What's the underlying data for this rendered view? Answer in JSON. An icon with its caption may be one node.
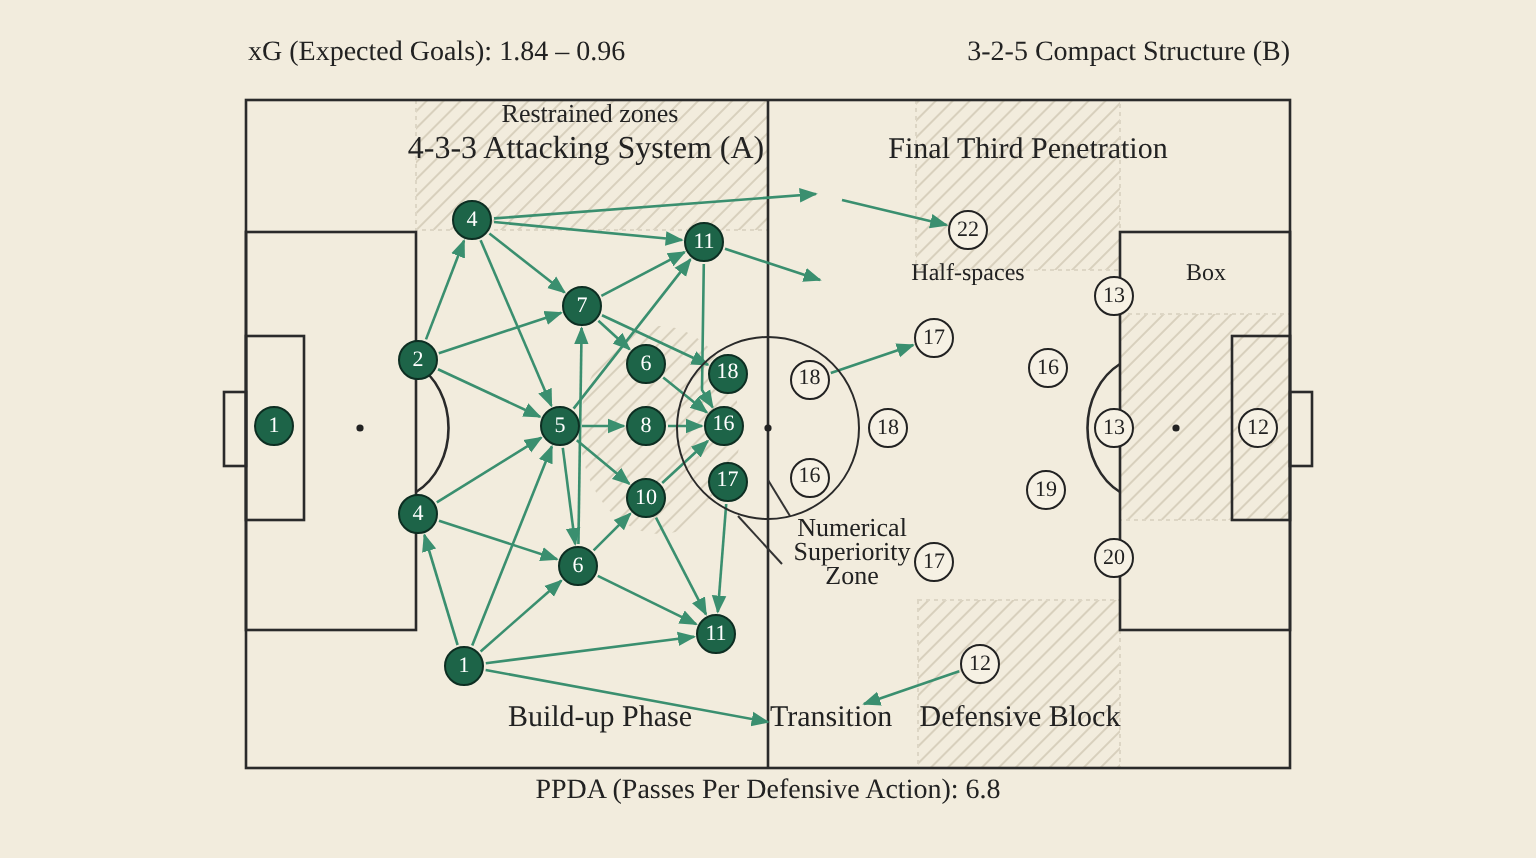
{
  "diagram": {
    "nodes": [
      {
        "text": [
          "1"
        ]
      },
      {
        "text": [
          "4"
        ]
      },
      {
        "text": [
          "2"
        ]
      },
      {
        "text": [
          "7"
        ]
      },
      {
        "text": [
          "11"
        ]
      },
      {
        "text": [
          "6"
        ]
      },
      {
        "text": [
          "5"
        ]
      },
      {
        "text": [
          "8"
        ]
      },
      {
        "text": [
          "18"
        ],
        "in": 31
      },
      {
        "text": [
          "16"
        ],
        "in": 31
      },
      {
        "text": [
          "4"
        ]
      },
      {
        "text": [
          "10"
        ]
      },
      {
        "text": [
          "17"
        ],
        "in": 31
      },
      {
        "text": [
          "6"
        ]
      },
      {
        "text": [
          "1"
        ]
      },
      {
        "text": [
          "11"
        ]
      },
      {
        "text": [
          "22"
        ]
      },
      {
        "text": [
          "13"
        ]
      },
      {
        "text": [
          "17"
        ]
      },
      {
        "text": [
          "18"
        ],
        "in": 31
      },
      {
        "text": [
          "16"
        ]
      },
      {
        "text": [
          "18"
        ]
      },
      {
        "text": [
          "13"
        ]
      },
      {
        "text": [
          "12"
        ]
      },
      {
        "text": [
          "16"
        ],
        "in": 31
      },
      {
        "text": [
          "19"
        ]
      },
      {
        "text": [
          "17"
        ]
      },
      {
        "text": [
          "20"
        ]
      },
      {
        "text": [
          "12"
        ]
      },
      {
        "text": [
          "Numerical Superiority Zone"
        ]
      },
      {
        "text": [
          "Transition"
        ]
      },
      {
        "text": [],
        "shape": "circle"
      }
    ],
    "edges": [
      {
        "from": 1,
        "to": null,
        "arrow": "to"
      },
      {
        "from": 1,
        "to": 4,
        "arrow": "to"
      },
      {
        "from": 1,
        "to": 3,
        "arrow": "to"
      },
      {
        "from": 1,
        "to": 6,
        "arrow": "to"
      },
      {
        "from": 2,
        "to": 1,
        "arrow": "to"
      },
      {
        "from": 2,
        "to": 3,
        "arrow": "to"
      },
      {
        "from": 2,
        "to": 6,
        "arrow": "to"
      },
      {
        "from": 3,
        "to": 4,
        "arrow": "to"
      },
      {
        "from": 3,
        "to": 8,
        "arrow": "to"
      },
      {
        "from": 3,
        "to": 5,
        "arrow": "to"
      },
      {
        "from": 6,
        "to": 4,
        "arrow": "to"
      },
      {
        "from": 13,
        "to": 3,
        "arrow": "to"
      },
      {
        "from": 4,
        "to": 9,
        "arrow": "to"
      },
      {
        "from": 4,
        "to": null,
        "arrow": "to"
      },
      {
        "from": null,
        "to": 16,
        "arrow": "to"
      },
      {
        "from": 19,
        "to": 18,
        "arrow": "to"
      },
      {
        "from": 5,
        "to": 9,
        "arrow": "to"
      },
      {
        "from": 6,
        "to": 7,
        "arrow": "to"
      },
      {
        "from": 7,
        "to": 9,
        "arrow": "to"
      },
      {
        "from": 6,
        "to": 11,
        "arrow": "to"
      },
      {
        "from": 6,
        "to": 13,
        "arrow": "to"
      },
      {
        "from": 11,
        "to": 9,
        "arrow": "to"
      },
      {
        "from": 10,
        "to": 6,
        "arrow": "to"
      },
      {
        "from": 10,
        "to": 13,
        "arrow": "to"
      },
      {
        "from": 13,
        "to": 11,
        "arrow": "to"
      },
      {
        "from": 14,
        "to": 10,
        "arrow": "to"
      },
      {
        "from": 14,
        "to": 6,
        "arrow": "to"
      },
      {
        "from": 14,
        "to": 13,
        "arrow": "to"
      },
      {
        "from": 14,
        "to": 15,
        "arrow": "to"
      },
      {
        "from": 14,
        "to": 30,
        "arrow": "to"
      },
      {
        "from": 13,
        "to": 15,
        "arrow": "to"
      },
      {
        "from": 11,
        "to": 15,
        "arrow": "to"
      },
      {
        "from": 12,
        "to": 15,
        "arrow": "to"
      },
      {
        "from": 28,
        "to": 30,
        "arrow": "to"
      },
      {
        "from": 29,
        "to": 31,
        "arrow": "none",
        "color": "#333333"
      },
      {
        "from": 29,
        "to": 31,
        "arrow": "none",
        "color": "#333333"
      }
    ],
    "labels": [
      "xG (Expected Goals): 1.84 – 0.96",
      "3-2-5 Compact Structure (B)",
      "Restrained zones",
      "4-3-3 Attacking System (A)",
      "Final Third Penetration",
      "Half-spaces",
      "Box",
      "Build-up Phase",
      "Defensive Block",
      "PPDA (Passes Per Defensive Action): 6.8"
    ]
  }
}
